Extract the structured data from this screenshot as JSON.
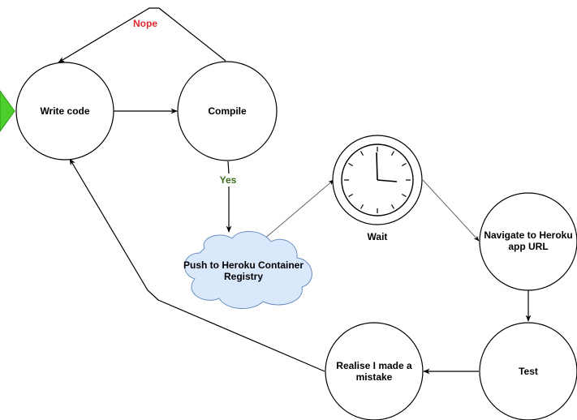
{
  "diagram": {
    "nodes": {
      "write_code": {
        "label": "Write code",
        "shape": "circle"
      },
      "compile": {
        "label": "Compile",
        "shape": "circle"
      },
      "push": {
        "label_lines": [
          "Push to Heroku Container",
          "Registry"
        ],
        "shape": "cloud"
      },
      "wait": {
        "label": "Wait",
        "shape": "clock-icon"
      },
      "navigate": {
        "label_lines": [
          "Navigate to Heroku",
          "app URL"
        ],
        "shape": "circle"
      },
      "test": {
        "label": "Test",
        "shape": "circle"
      },
      "realise": {
        "label_lines": [
          "Realise I made a",
          "mistake"
        ],
        "shape": "circle"
      }
    },
    "edges": [
      {
        "from": "write_code",
        "to": "compile",
        "label": ""
      },
      {
        "from": "compile",
        "to": "write_code",
        "label": "Nope"
      },
      {
        "from": "compile",
        "to": "push",
        "label": "Yes"
      },
      {
        "from": "push",
        "to": "wait",
        "label": ""
      },
      {
        "from": "wait",
        "to": "navigate",
        "label": ""
      },
      {
        "from": "navigate",
        "to": "test",
        "label": ""
      },
      {
        "from": "test",
        "to": "realise",
        "label": ""
      },
      {
        "from": "realise",
        "to": "write_code",
        "label": ""
      }
    ],
    "edge_labels": {
      "nope": "Nope",
      "yes": "Yes"
    },
    "colors": {
      "nope_label": "#e0282e",
      "yes_label": "#3b6a1f",
      "start_marker": "#4ccf2a",
      "cloud_fill": "#dae8fc",
      "cloud_stroke": "#6c8ebf",
      "stroke": "#000000"
    },
    "start_marker_icon": "play-triangle-icon"
  }
}
